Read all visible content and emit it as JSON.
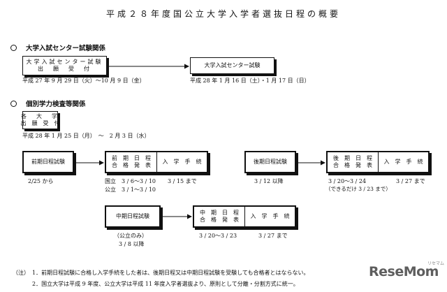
{
  "title": "平成２８年度国公立大学入学者選抜日程の概要",
  "section1": {
    "heading": "大学入試センター試験関係",
    "app_box": {
      "line1": "大学入試センター試験",
      "line2": "出　願　受　付"
    },
    "app_dates": "平成 27 年 9 月 29 日（火）～10 月 9 日（金）",
    "exam_box": "大学入試センター試験",
    "exam_dates": "平成 28 年 1 月 16 日（土）・1 月 17 日（日）"
  },
  "section2": {
    "heading": "個別学力検査等関係",
    "app_box": {
      "line1": "各　大　学",
      "line2": "出　願　受　付"
    },
    "app_dates": "平成 28 年 1 月 25 日（月）　～　2 月 3 日（水）",
    "zenki": {
      "exam": "前期日程試験",
      "exam_date": "2/25 から",
      "announce_line1": "前　期　日　程",
      "announce_line2": "合　格　発　表",
      "procedure": "入　学　手　続",
      "announce_national": "国立　3 / 6～3 / 10",
      "announce_public": "公立　3 / 1～3 / 10",
      "procedure_date": "3 / 15 まで"
    },
    "kouki": {
      "exam": "後期日程試験",
      "exam_date": "3 / 12 以降",
      "announce_line1": "後　期　日　程",
      "announce_line2": "合　格　発　表",
      "procedure": "入　学　手　続",
      "announce_date": "3 / 20～3 / 24",
      "announce_note": "（できるだけ 3 / 23 まで）",
      "procedure_date": "3 / 27 まで"
    },
    "chuki": {
      "exam": "中期日程試験",
      "exam_note": "（公立のみ）",
      "exam_date": "3 / 8 以降",
      "announce_line1": "中　期　日　程",
      "announce_line2": "合　格　発　表",
      "procedure": "入　学　手　続",
      "announce_date": "3 / 20～3 / 23",
      "procedure_date": "3 / 27 まで"
    }
  },
  "notes": {
    "prefix": "（注）",
    "note1": "1．前期日程試験に合格し入学手続をした者は、後期日程又は中期日程試験を受験しても合格者とはならない。",
    "note2": "2．国立大学は平成 9 年度、公立大学は平成 11 年度入学者選抜より、原則として分離・分割方式に統一。"
  },
  "watermark": {
    "logo": "ReseMom",
    "sub": "リセマム"
  }
}
